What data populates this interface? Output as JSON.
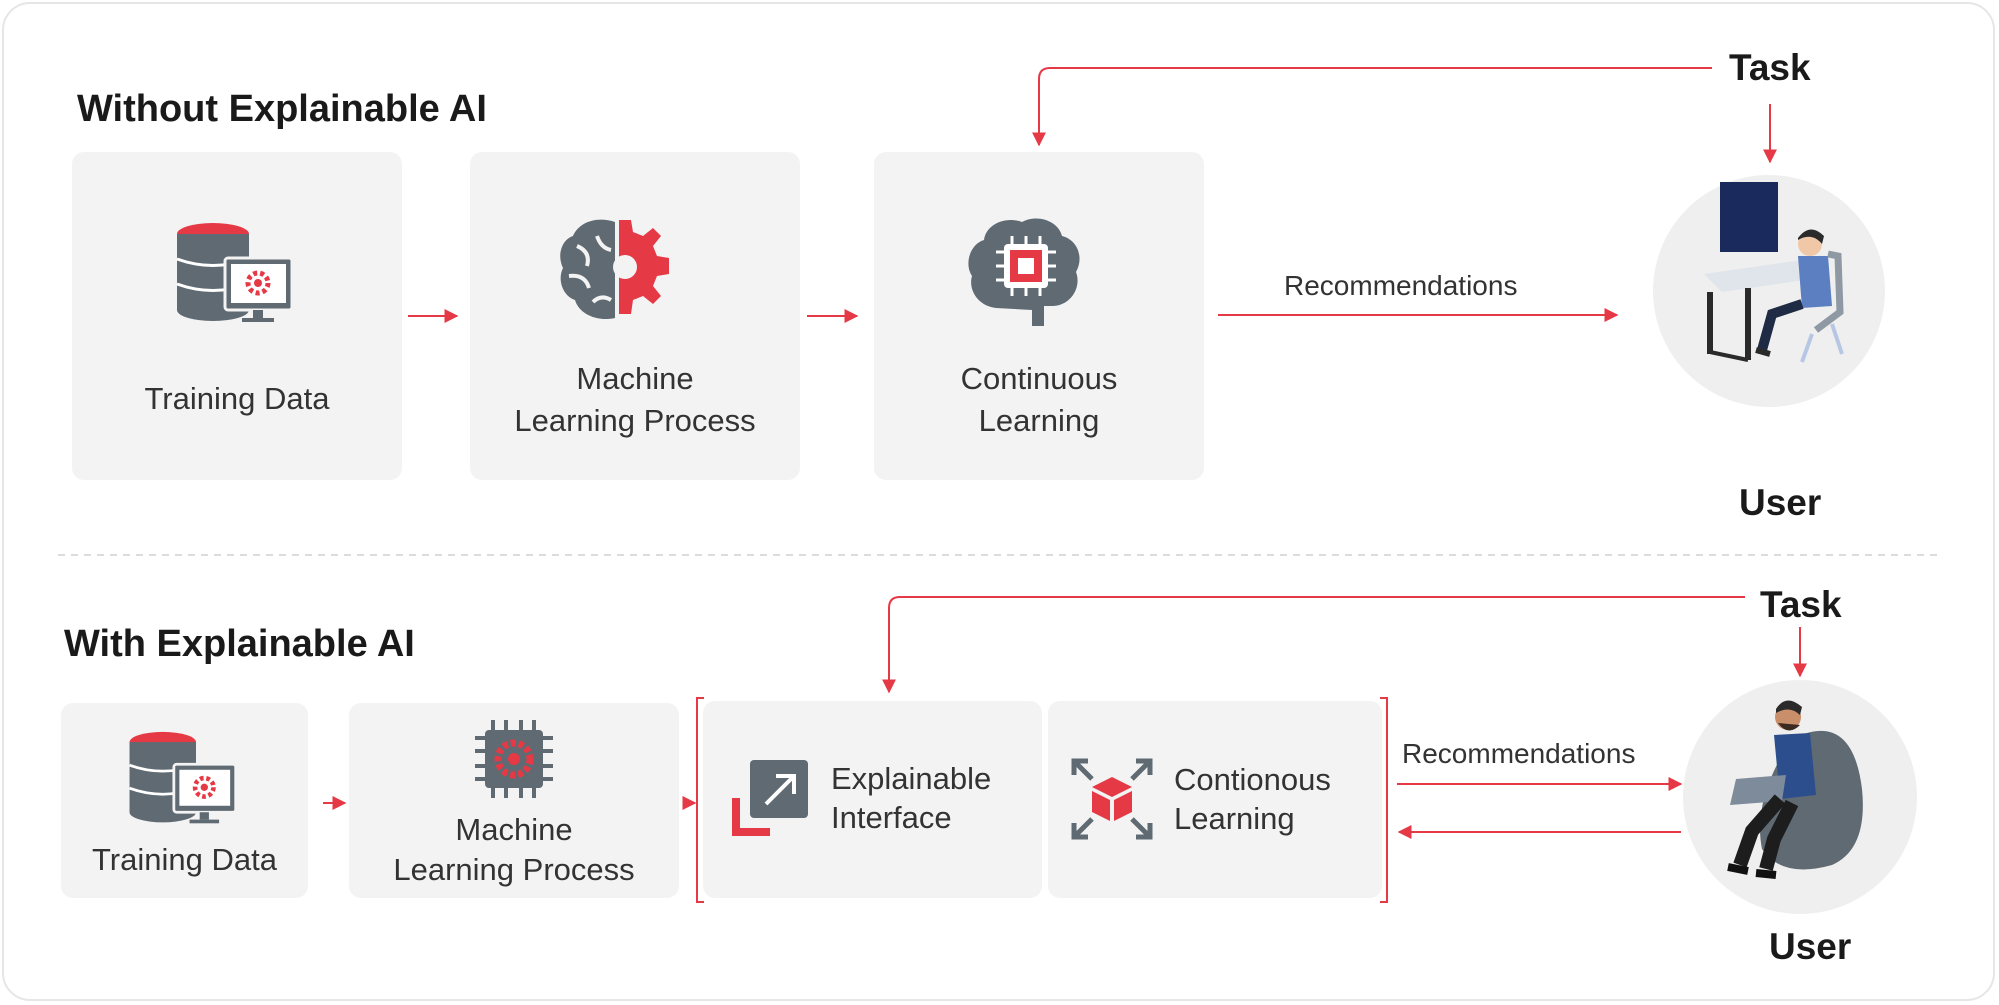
{
  "top": {
    "title": "Without Explainable AI",
    "training_data": "Training Data",
    "ml_process_line1": "Machine",
    "ml_process_line2": "Learning Process",
    "continuous_line1": "Continuous",
    "continuous_line2": "Learning",
    "recommendations": "Recommendations",
    "task": "Task",
    "user": "User"
  },
  "bottom": {
    "title": "With Explainable AI",
    "training_data": "Training Data",
    "ml_process_line1": "Machine",
    "ml_process_line2": "Learning Process",
    "explainable_line1": "Explainable",
    "explainable_line2": "Interface",
    "contionous_line1": "Contionous",
    "contionous_line2": "Learning",
    "recommendations": "Recommendations",
    "task": "Task",
    "user": "User"
  },
  "colors": {
    "accent": "#e63946",
    "icon_gray": "#5f6a72",
    "box_bg": "#f3f3f3",
    "circle_bg": "#efefef"
  }
}
